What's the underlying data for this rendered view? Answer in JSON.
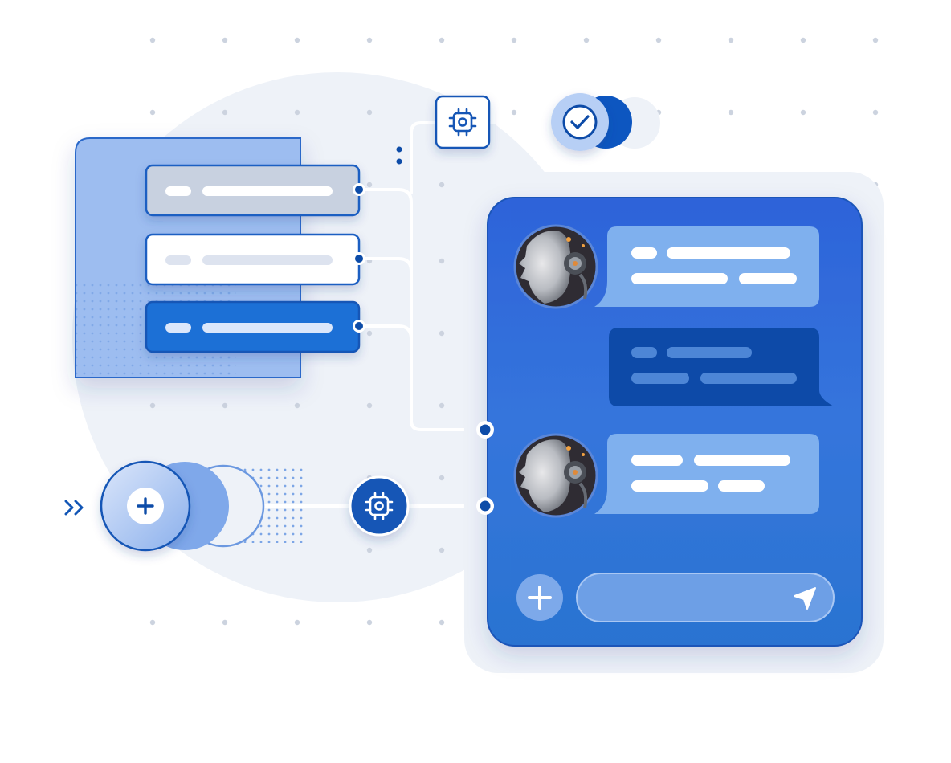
{
  "icons": {
    "processor": "processor-chip-icon",
    "check": "check-circle-icon",
    "add": "plus-icon",
    "send": "send-icon",
    "forward": "double-chevron-right-icon",
    "robot_avatar": "robot-avatar-icon"
  },
  "colors": {
    "primary": "#1a63c7",
    "primary_dark": "#0b4ea8",
    "chat_panel_top": "#2f6fe0",
    "chat_panel_bottom": "#2b78d4",
    "bubble_light": "#7fb0ee",
    "bubble_dark": "#0d4aa8",
    "list_light": "#c7d0e0",
    "list_white": "#ffffff",
    "list_blue": "#1a6fd6",
    "doc_back": "#9dbdf0",
    "dot_grid": "#ccd3df",
    "halo": "#eef2f8"
  },
  "chat": {
    "messages": [
      {
        "sender": "bot"
      },
      {
        "sender": "user"
      },
      {
        "sender": "bot"
      }
    ],
    "input": {
      "value": ""
    }
  },
  "list_items": [
    {
      "style": "light"
    },
    {
      "style": "white"
    },
    {
      "style": "selected"
    }
  ]
}
